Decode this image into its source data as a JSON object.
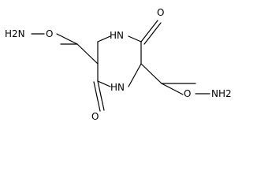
{
  "molecule": {
    "atoms": {
      "nh2_left": "H2N",
      "o_left": "O",
      "nh_top": "HN",
      "o_carbonyl_top": "O",
      "nh_bottom": "HN",
      "o_carbonyl_bottom": "O",
      "o_right": "O",
      "nh2_right": "NH2"
    }
  }
}
